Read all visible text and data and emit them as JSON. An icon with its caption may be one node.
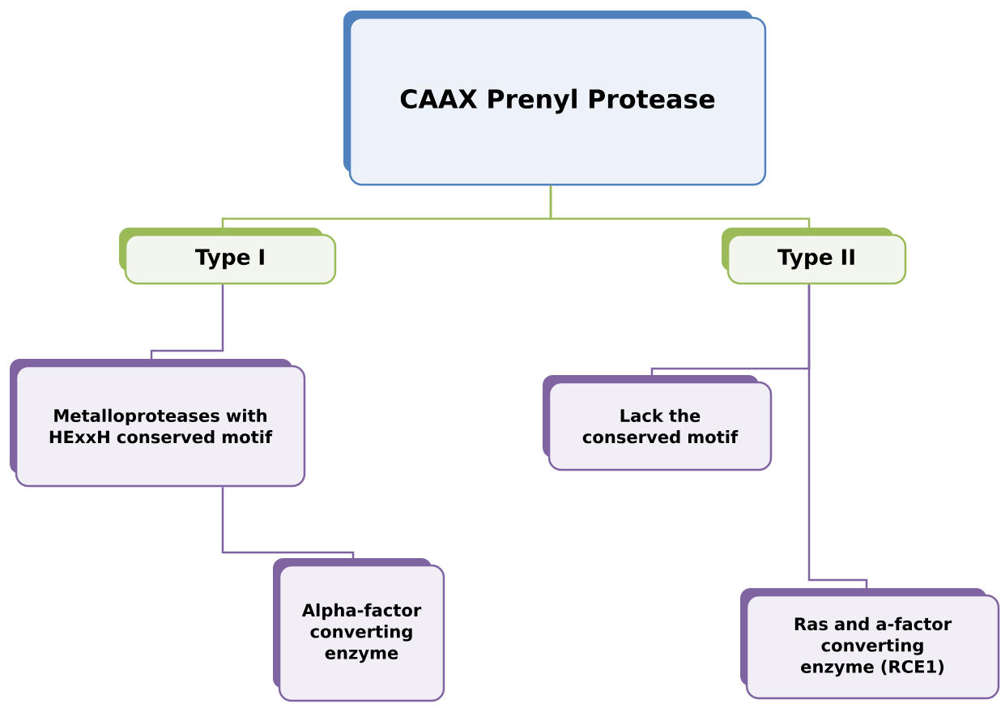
{
  "diagram": {
    "nodes": [
      {
        "text": [
          "CAAX Prenyl Protease"
        ]
      },
      {
        "text": [
          "Type I"
        ]
      },
      {
        "text": [
          "Type II"
        ]
      },
      {
        "text": [
          "Metalloproteases with HExxH conserved motif"
        ]
      },
      {
        "text": [
          "Alpha-factor converting enzyme"
        ]
      },
      {
        "text": [
          "Lack the conserved motif"
        ]
      },
      {
        "text": [
          "Ras and a-factor converting enzyme (RCE1)"
        ]
      }
    ],
    "edges": [
      {
        "from": 0,
        "to": 1,
        "arrow": "none",
        "color": "#9bbb59"
      },
      {
        "from": 0,
        "to": 2,
        "arrow": "none",
        "color": "#9bbb59"
      },
      {
        "from": 1,
        "to": 3,
        "arrow": "none"
      },
      {
        "from": 3,
        "to": 4,
        "arrow": "none"
      },
      {
        "from": 2,
        "to": 5,
        "arrow": "none"
      },
      {
        "from": 2,
        "to": 6,
        "arrow": "none"
      }
    ]
  }
}
